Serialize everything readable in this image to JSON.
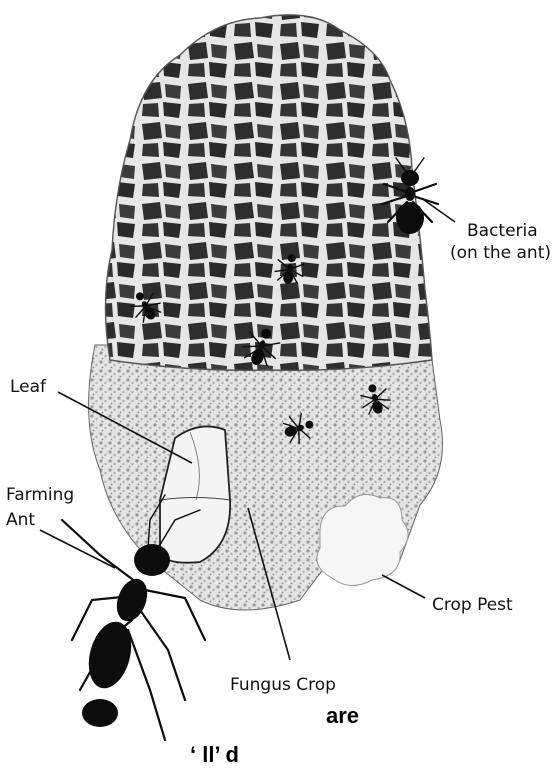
{
  "labels": {
    "bacteria": "Bacteria",
    "bacteria_note": "(on the ant)",
    "leaf": "Leaf",
    "farming": "Farming",
    "ant": "Ant",
    "crop_pest": "Crop Pest",
    "fungus_crop": "Fungus Crop"
  },
  "caption": {
    "line1": "are",
    "line2": "‘ ll’ d"
  },
  "colors": {
    "ink": "#111111",
    "garden_fill": "#d9d9d9",
    "comb_dark": "#3a3a3a",
    "paper": "#ffffff"
  }
}
